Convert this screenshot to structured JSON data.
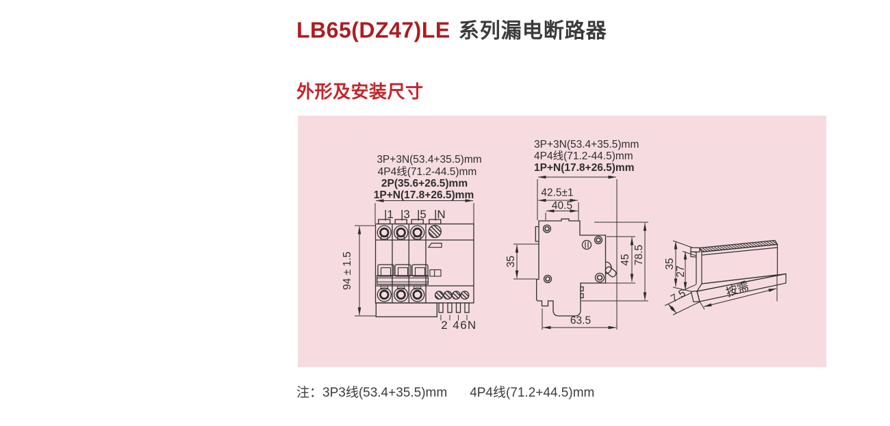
{
  "title": {
    "model": "LB65(DZ47)LE",
    "series": "系列漏电断路器"
  },
  "section_heading": "外形及安装尺寸",
  "front_view": {
    "width_labels": [
      "3P+3N(53.4+35.5)mm",
      "4P4线(71.2-44.5)mm",
      "2P(35.6+26.5)mm",
      "1P+N(17.8+26.5)mm"
    ],
    "height_label": "94 ± 1.5",
    "top_terminals": [
      "|1",
      "|3",
      "|5",
      "|N"
    ],
    "bottom_terminals": [
      "2",
      "4",
      "6",
      "N"
    ]
  },
  "side_view": {
    "width_labels": [
      "3P+3N(53.4+35.5)mm",
      "4P4线(71.2-44.5)mm",
      "1P+N(17.8+26.5)mm"
    ],
    "dims": {
      "w1": "42.5±1",
      "w2": "40.5",
      "left_h": "35",
      "right_h1": "45",
      "right_h2": "78.5",
      "bottom_w": "63.5"
    }
  },
  "rail_view": {
    "dims": {
      "h": "35",
      "inner_h": "27",
      "depth": "7.5",
      "length": "按需"
    }
  },
  "note": {
    "prefix": "注：",
    "items": [
      "3P3线(53.4+35.5)mm",
      "4P4线(71.2+44.5)mm"
    ]
  }
}
